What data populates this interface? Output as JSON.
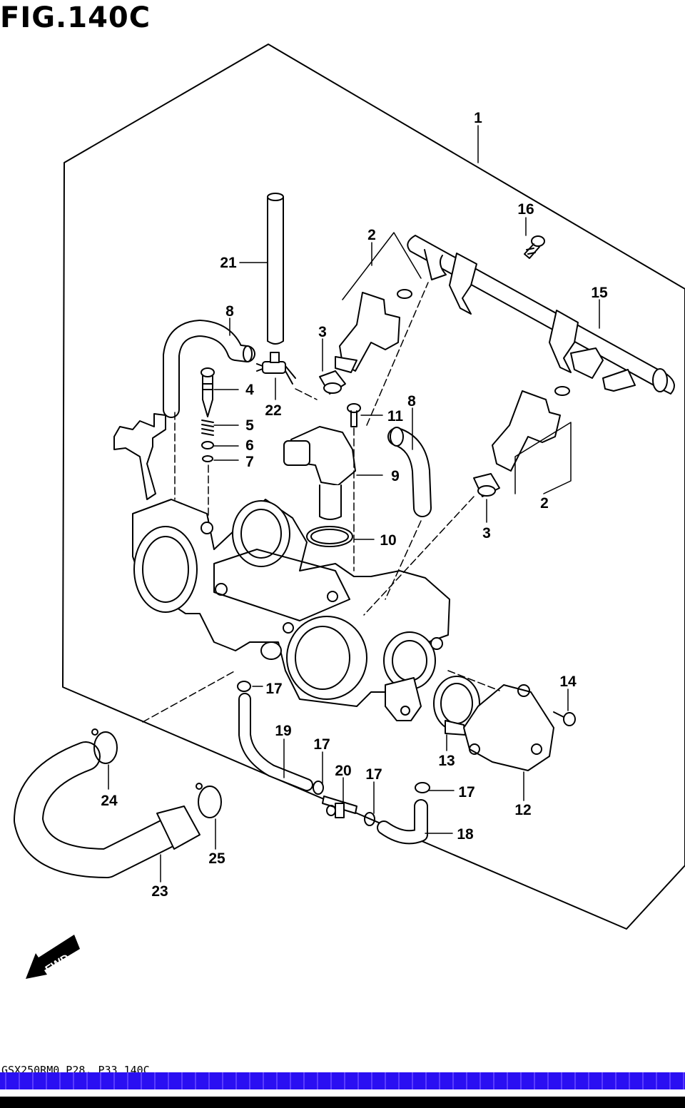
{
  "figure": {
    "title": "FIG.140C",
    "footer_code": "GSX250RM0_P28, P33_140C",
    "fwd_label": "FWD"
  },
  "callouts": [
    "1",
    "16",
    "2",
    "15",
    "21",
    "8",
    "3",
    "4",
    "22",
    "11",
    "8",
    "5",
    "6",
    "9",
    "7",
    "10",
    "2",
    "3",
    "14",
    "17",
    "19",
    "17",
    "13",
    "12",
    "20",
    "17",
    "17",
    "24",
    "18",
    "25",
    "23"
  ]
}
